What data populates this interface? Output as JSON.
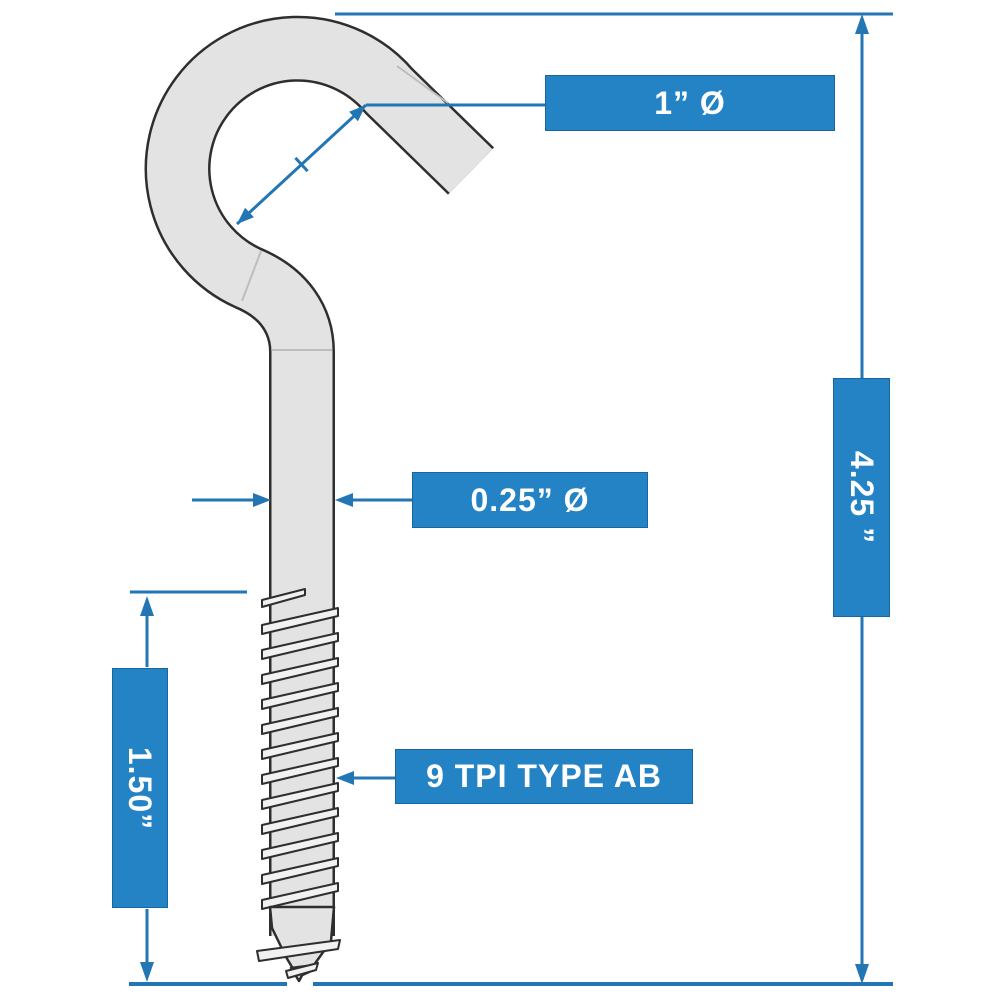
{
  "diagram": {
    "type": "product-dimension-diagram",
    "subject": "ceiling screw hook with lag thread",
    "callouts": {
      "hook_diameter": "1” Ø",
      "overall_length": "4.25 ”",
      "rod_diameter": "0.25” Ø",
      "thread_length": "1.50”",
      "thread_spec": "9 TPI TYPE AB"
    },
    "colors": {
      "callout_fill": "#2383c4",
      "dimension_line": "#2376b4",
      "metal_fill": "#e3e3e3",
      "outline": "#2e2e2e",
      "label_text": "#ffffff"
    }
  }
}
